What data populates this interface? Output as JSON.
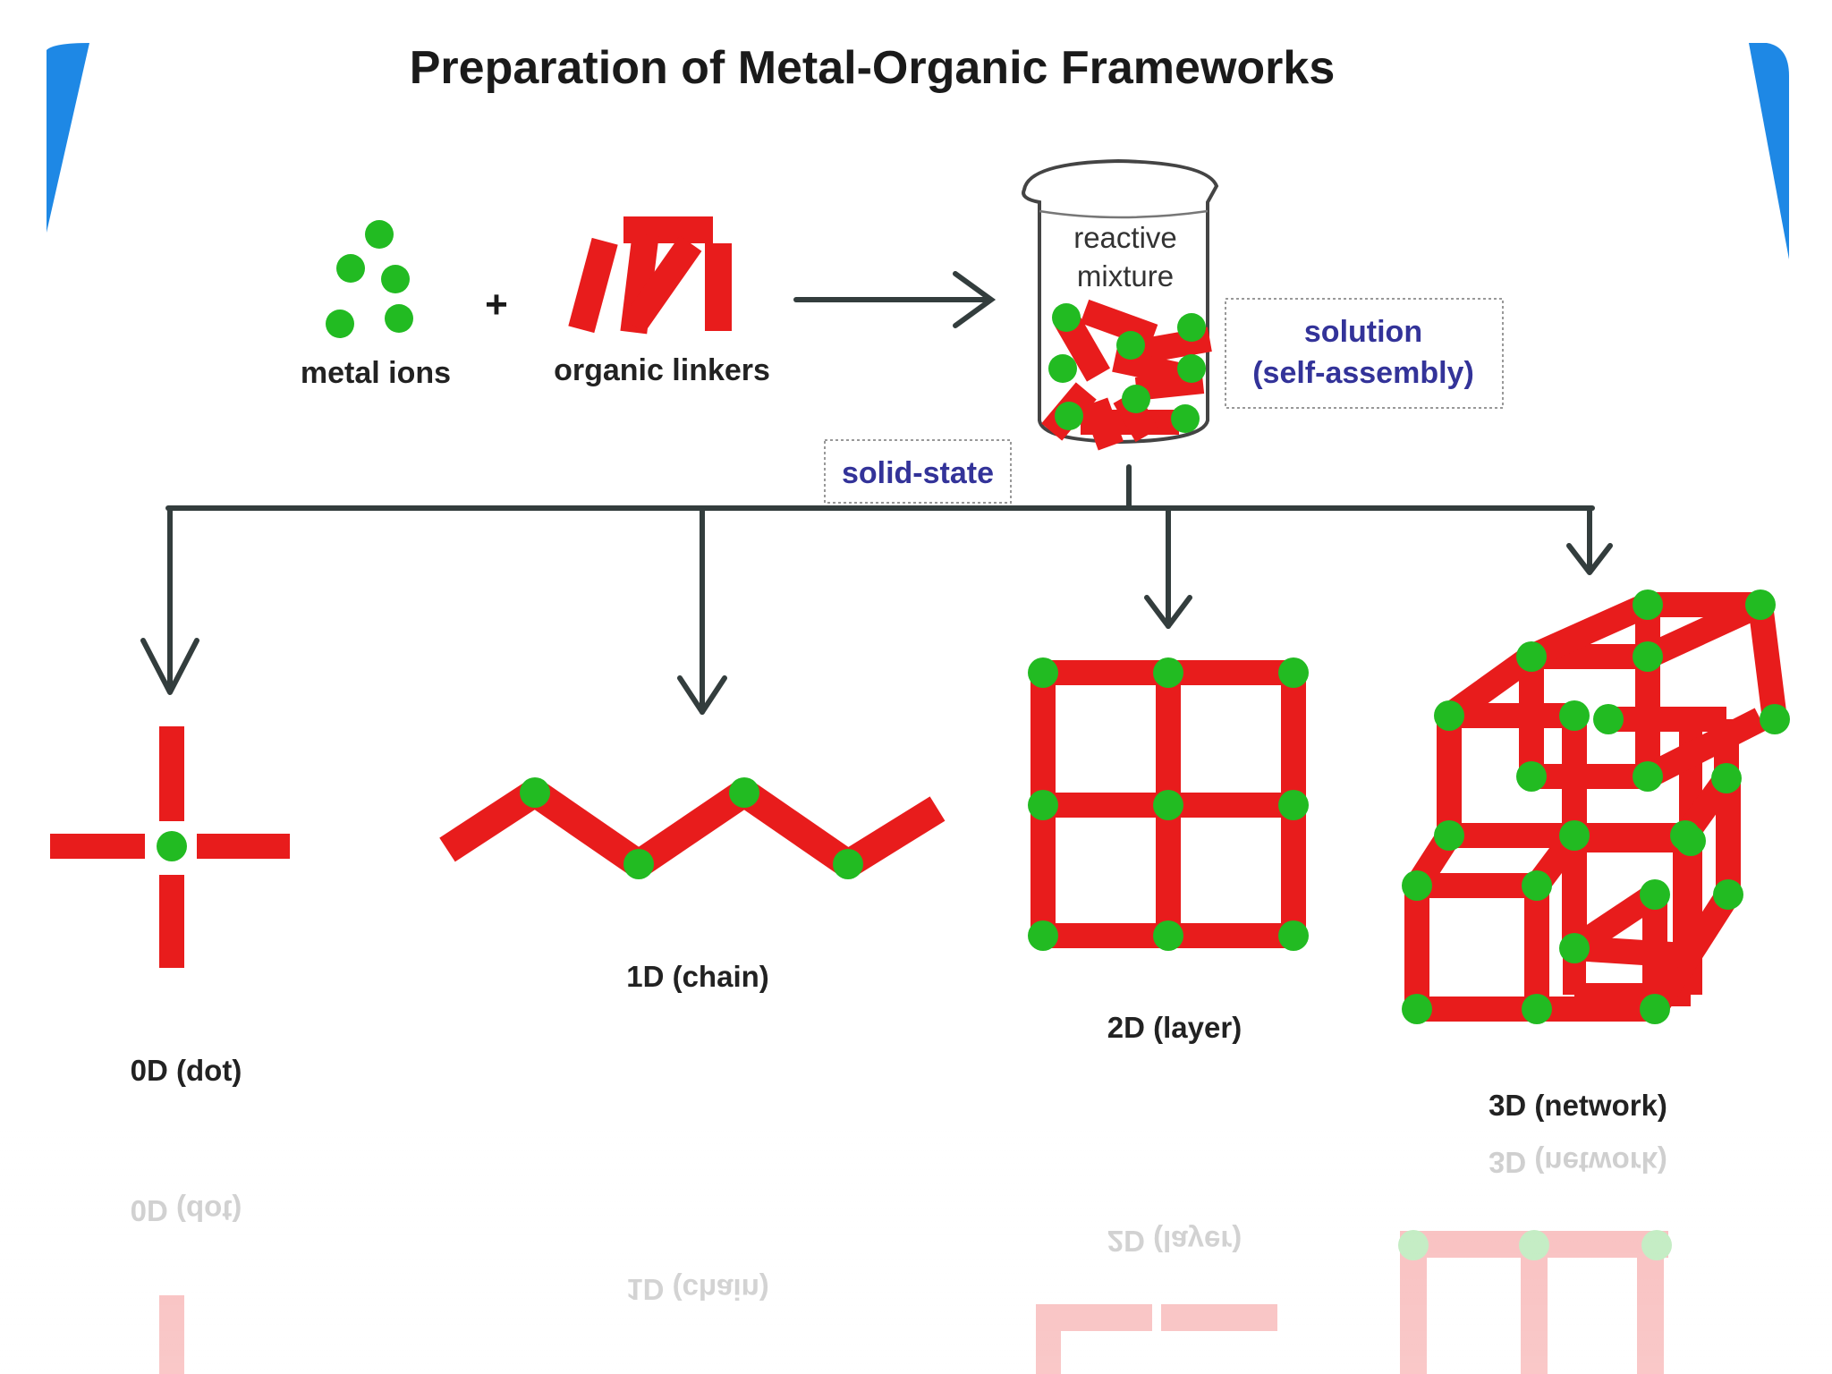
{
  "title": "Preparation of Metal-Organic Frameworks",
  "reactants": {
    "metal_ions": "metal ions",
    "plus": "+",
    "organic_linkers": "organic linkers"
  },
  "beaker": {
    "line1": "reactive",
    "line2": "mixture"
  },
  "routes": {
    "solution_line1": "solution",
    "solution_line2": "(self-assembly)",
    "solid_state": "solid-state"
  },
  "products": {
    "d0": "0D (dot)",
    "d1": "1D (chain)",
    "d2": "2D (layer)",
    "d3": "3D (network)"
  },
  "colors": {
    "metal_ion": "#22bb22",
    "linker": "#e81c1c",
    "arrow": "#333d3d",
    "frame_accent": "#1e88e5",
    "route_text": "#333399"
  }
}
